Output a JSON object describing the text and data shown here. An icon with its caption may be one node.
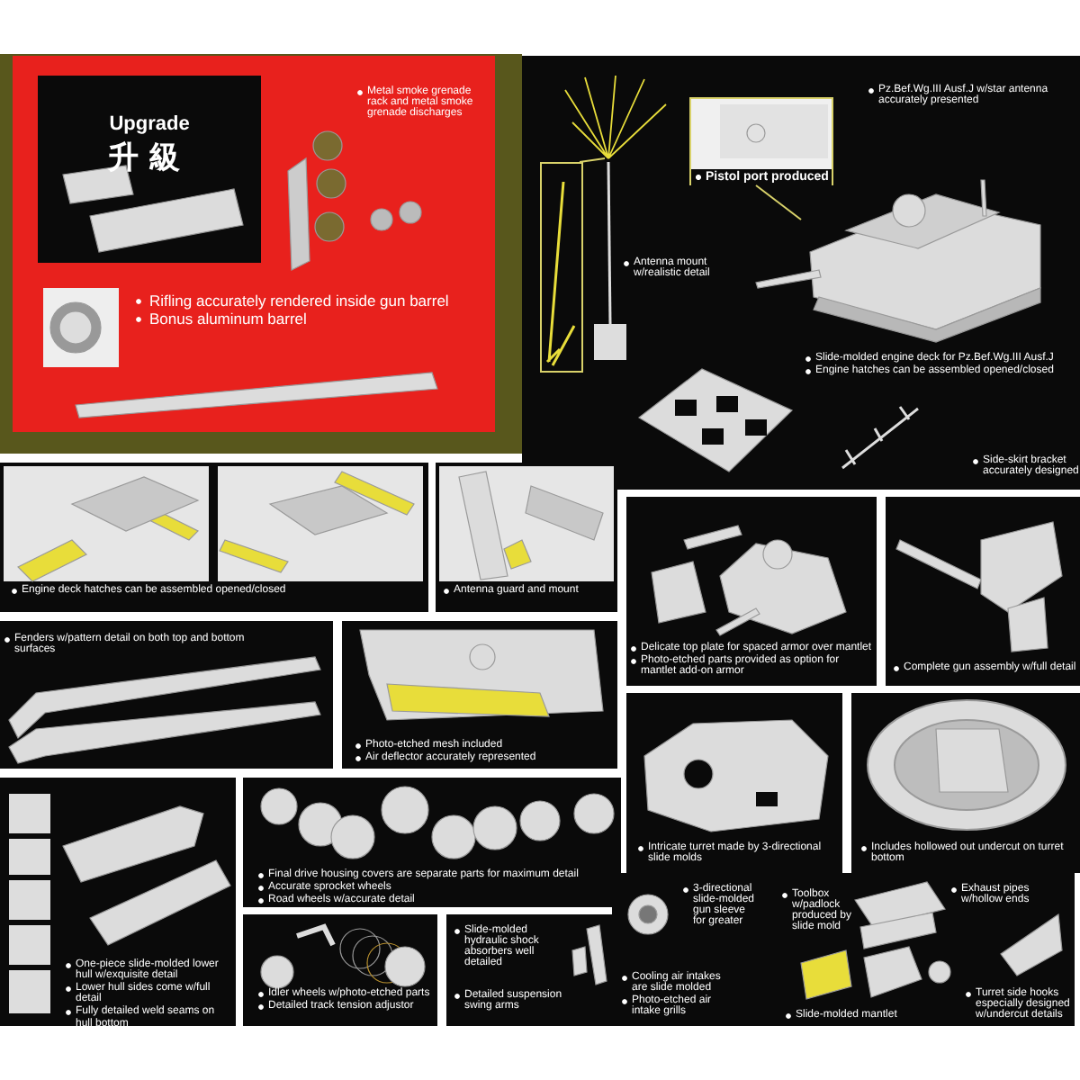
{
  "diagram": {
    "nodes": [
      {
        "text": [
          "Metal smoke grenade rack and metal smoke grenade discharges",
          "Rifling accurately rendered inside gun barrel",
          "Bonus aluminum barrel"
        ]
      },
      {
        "text": [
          "Upgrade",
          "升級"
        ],
        "in": 0
      },
      {
        "text": [
          "Pz.Bef.Wg.III Ausf.J w/star antenna accurately presented",
          "Antenna mount w/realistic detail",
          "Slide-molded engine deck for Pz.Bef.Wg.III Ausf.J",
          "Engine hatches can be assembled opened/closed",
          "Side-skirt bracket accurately designed"
        ]
      },
      {
        "text": [
          "Pistol port produced"
        ],
        "in": 2
      },
      {
        "text": [],
        "shape": "picture",
        "in": 2
      },
      {
        "text": [],
        "shape": "picture",
        "in": 2
      },
      {
        "text": [],
        "shape": "picture",
        "in": 2
      },
      {
        "text": [
          "Engine deck hatches can be assembled opened/closed"
        ]
      },
      {
        "text": [
          "Antenna guard and mount"
        ]
      },
      {
        "text": [
          "Delicate top plate for spaced armor over mantlet",
          "Photo-etched parts provided as option for mantlet add-on armor"
        ]
      },
      {
        "text": [
          "Complete gun assembly w/full detail"
        ]
      },
      {
        "text": [
          "Fenders w/pattern detail on both top and bottom surfaces"
        ]
      },
      {
        "text": [
          "Photo-etched mesh included",
          "Air deflector accurately represented"
        ]
      },
      {
        "text": [
          "Intricate turret made by 3-directional slide molds"
        ]
      },
      {
        "text": [
          "Includes hollowed out undercut on turret bottom"
        ]
      },
      {
        "text": [
          "One-piece slide-molded lower hull w/exquisite detail",
          "Lower hull sides come w/full detail",
          "Fully detailed weld seams on hull bottom"
        ]
      },
      {
        "text": [
          "Final drive housing covers are separate parts for maximum detail",
          "Accurate sprocket wheels",
          "Road wheels w/accurate detail"
        ]
      },
      {
        "text": [
          "Idler wheels w/photo-etched parts",
          "Detailed track tension adjustor"
        ]
      },
      {
        "text": [
          "Slide-molded hydraulic shock absorbers well detailed",
          "Detailed suspension swing arms"
        ]
      },
      {
        "text": [
          "3-directional slide-molded gun sleeve for greater",
          "Toolbox w/padlock produced by slide mold",
          "Exhaust pipes w/hollow ends",
          "Cooling air intakes are slide molded",
          "Photo-etched air intake grills",
          "Slide-molded mantlet",
          "Turret side hooks especially designed w/undercut details"
        ]
      }
    ],
    "edges": [
      {
        "from": 3,
        "to": 4,
        "arrow": "none",
        "color": "#d9d26a"
      },
      {
        "from": 5,
        "to": 6,
        "arrow": "none",
        "color": "#d9d26a"
      }
    ]
  }
}
